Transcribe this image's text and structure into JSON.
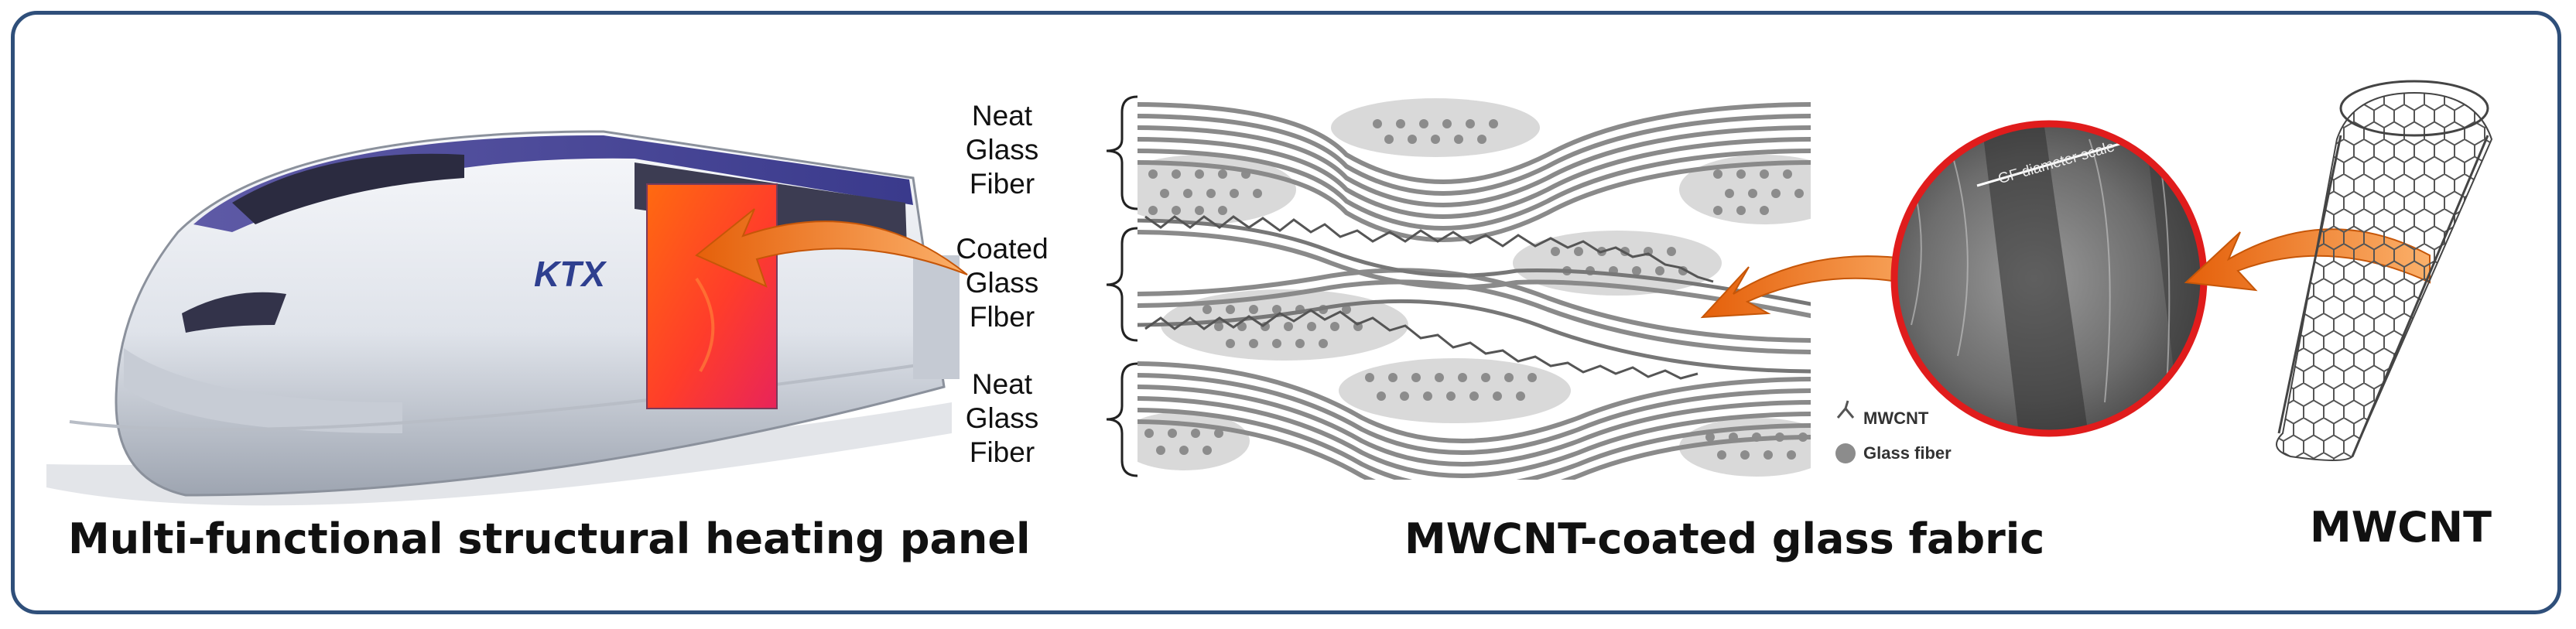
{
  "captions": {
    "panel": "Multi-functional structural heating panel",
    "fabric": "MWCNT-coated glass fabric",
    "mwcnt": "MWCNT"
  },
  "layer_labels": {
    "top": [
      "Neat",
      "Glass",
      "Fiber"
    ],
    "middle": [
      "Coated",
      "Glass",
      "Flber"
    ],
    "bottom": [
      "Neat",
      "Glass",
      "Fiber"
    ]
  },
  "legend": {
    "mwcnt": "MWCNT",
    "glass_fiber": "Glass fiber"
  },
  "sem": {
    "scale_label": "GF diameter scale"
  },
  "train": {
    "logo": "KTX"
  },
  "colors": {
    "frame": "#2f4f7a",
    "arrow": "#f07a1c",
    "sem_ring": "#e01c1c",
    "fiber_stroke": "#8a8a8a",
    "bundle_fill": "#d9d9d9",
    "heat_panel": "#ff4d1a"
  }
}
